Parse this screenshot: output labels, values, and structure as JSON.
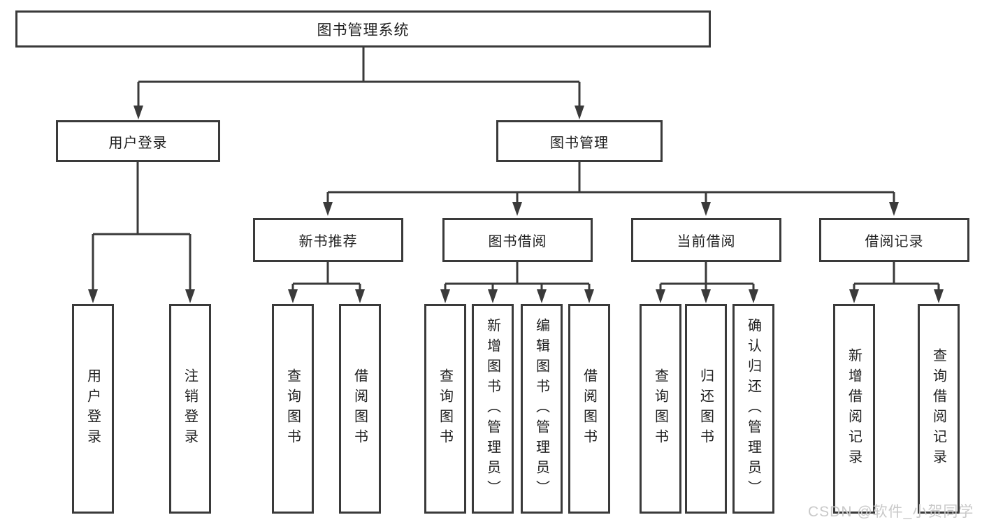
{
  "diagram": {
    "root": {
      "label": "图书管理系统"
    },
    "level2": [
      {
        "label": "用户登录"
      },
      {
        "label": "图书管理"
      }
    ],
    "level3": [
      {
        "label": "新书推荐"
      },
      {
        "label": "图书借阅"
      },
      {
        "label": "当前借阅"
      },
      {
        "label": "借阅记录"
      }
    ],
    "leaves": {
      "user": [
        "用户登录",
        "注销登录"
      ],
      "recommend": [
        "查询图书",
        "借阅图书"
      ],
      "borrow": [
        "查询图书",
        "新增图书（管理员）",
        "编辑图书（管理员）",
        "借阅图书"
      ],
      "current": [
        "查询图书",
        "归还图书",
        "确认归还（管理员）"
      ],
      "records": [
        "新增借阅记录",
        "查询借阅记录"
      ]
    },
    "line_color": "#3a3a3a"
  },
  "watermark": {
    "text": "CSDN @软件_小贺同学",
    "color": "#c9c9c9"
  }
}
